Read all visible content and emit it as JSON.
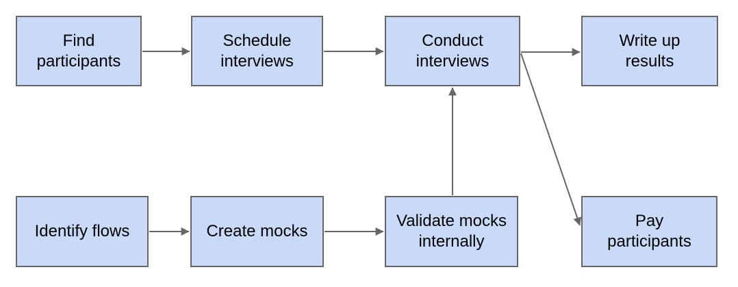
{
  "diagram": {
    "type": "flowchart",
    "colors": {
      "node_fill": "#c9daf8",
      "node_border": "#666666",
      "arrow": "#666666",
      "text": "#000000",
      "background": "#ffffff"
    },
    "nodes": [
      {
        "label": "Find participants"
      },
      {
        "label": "Schedule interviews"
      },
      {
        "label": "Conduct interviews"
      },
      {
        "label": "Write up results"
      },
      {
        "label": "Identify flows"
      },
      {
        "label": "Create mocks"
      },
      {
        "label": "Validate mocks internally"
      },
      {
        "label": "Pay participants"
      }
    ],
    "edges": [
      {
        "from": "Find participants",
        "to": "Schedule interviews"
      },
      {
        "from": "Schedule interviews",
        "to": "Conduct interviews"
      },
      {
        "from": "Conduct interviews",
        "to": "Write up results"
      },
      {
        "from": "Conduct interviews",
        "to": "Pay participants"
      },
      {
        "from": "Identify flows",
        "to": "Create mocks"
      },
      {
        "from": "Create mocks",
        "to": "Validate mocks internally"
      },
      {
        "from": "Validate mocks internally",
        "to": "Conduct interviews"
      }
    ]
  }
}
